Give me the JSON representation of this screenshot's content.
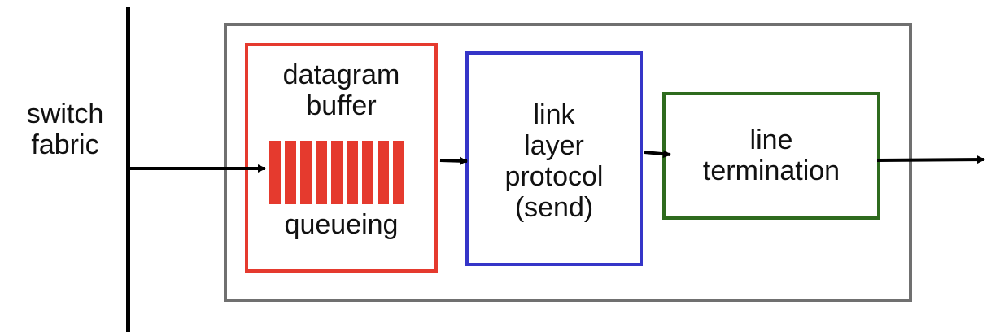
{
  "left_label": [
    "switch",
    "fabric"
  ],
  "buffer_box": {
    "title": [
      "datagram",
      "buffer"
    ],
    "caption": "queueing",
    "border_color": "#e53a2e",
    "slot_color": "#e53a2e"
  },
  "link_box": {
    "lines": [
      "link",
      "layer",
      "protocol",
      "(send)"
    ],
    "border_color": "#3535c8"
  },
  "line_box": {
    "lines": [
      "line",
      "termination"
    ],
    "border_color": "#2e6b1e"
  },
  "container": {
    "border_color": "#707070"
  }
}
